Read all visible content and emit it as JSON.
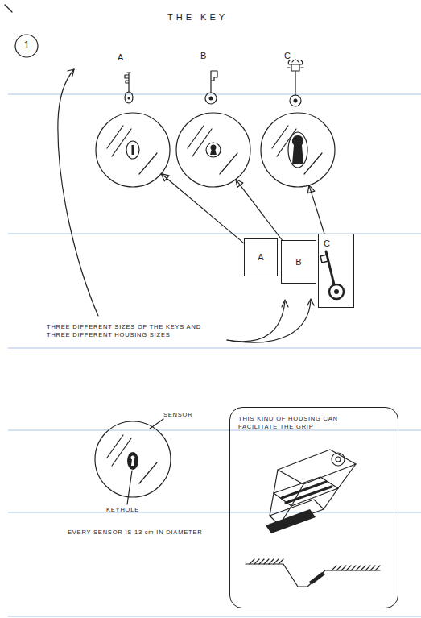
{
  "diagram": {
    "title": "THE KEY",
    "nodes": [
      {
        "text": [
          "1"
        ]
      },
      {
        "text": [
          "A"
        ]
      },
      {
        "text": [
          "B"
        ]
      },
      {
        "text": [
          "C"
        ]
      },
      {
        "text": [
          "A"
        ]
      },
      {
        "text": [
          "B"
        ]
      },
      {
        "text": [
          "C"
        ]
      },
      {
        "text": [
          "THIS KIND OF HOUSING CAN FACILITATE THE GRIP"
        ]
      }
    ],
    "edges": [
      {
        "from": 4,
        "to": 1,
        "arrow": "to"
      },
      {
        "from": 5,
        "to": 2,
        "arrow": "to"
      },
      {
        "from": 6,
        "to": 3,
        "arrow": "to"
      }
    ],
    "labels": [
      "THREE DIFFERENT SIZES OF THE KEYS AND THREE DIFFERENT HOUSING SIZES",
      "SENSOR",
      "KEYHOLE",
      "EVERY SENSOR IS 13 cm IN DIAMETER"
    ]
  }
}
